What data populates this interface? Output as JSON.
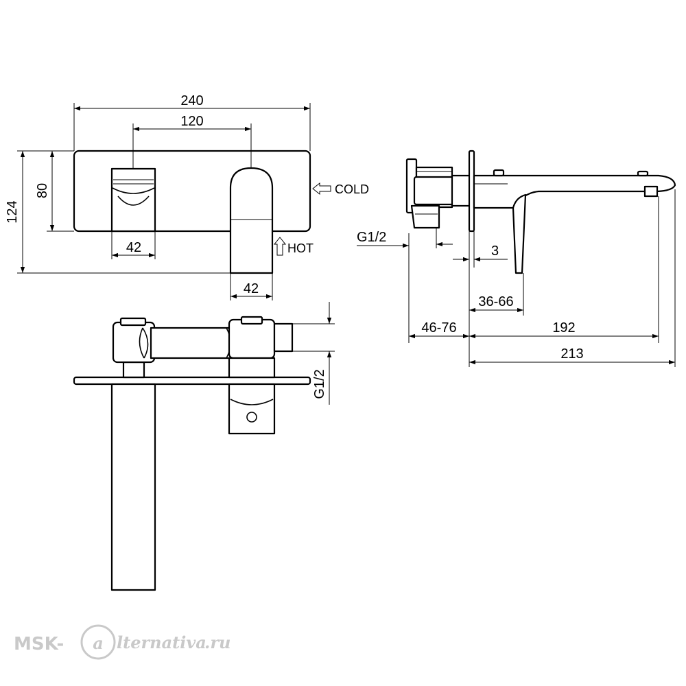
{
  "front_view": {
    "dim_overall_width": "240",
    "dim_center_distance": "120",
    "dim_overall_height": "124",
    "dim_plate_height": "80",
    "dim_handle_width": "42",
    "dim_spout_width": "42",
    "label_cold": "COLD",
    "label_hot": "HOT"
  },
  "side_view": {
    "dim_thread": "G1/2",
    "dim_plate_gap": "3",
    "dim_cover_depth": "36-66",
    "dim_wall_depth": "46-76",
    "dim_spout_projection": "192",
    "dim_total_projection": "213"
  },
  "top_view": {
    "dim_thread": "G1/2"
  },
  "watermark": {
    "brand": "MSK-",
    "brand_rest": "lternativa",
    "tld": ".ru"
  },
  "colors": {
    "line": "#000000",
    "watermark": "#c9c9c9"
  }
}
